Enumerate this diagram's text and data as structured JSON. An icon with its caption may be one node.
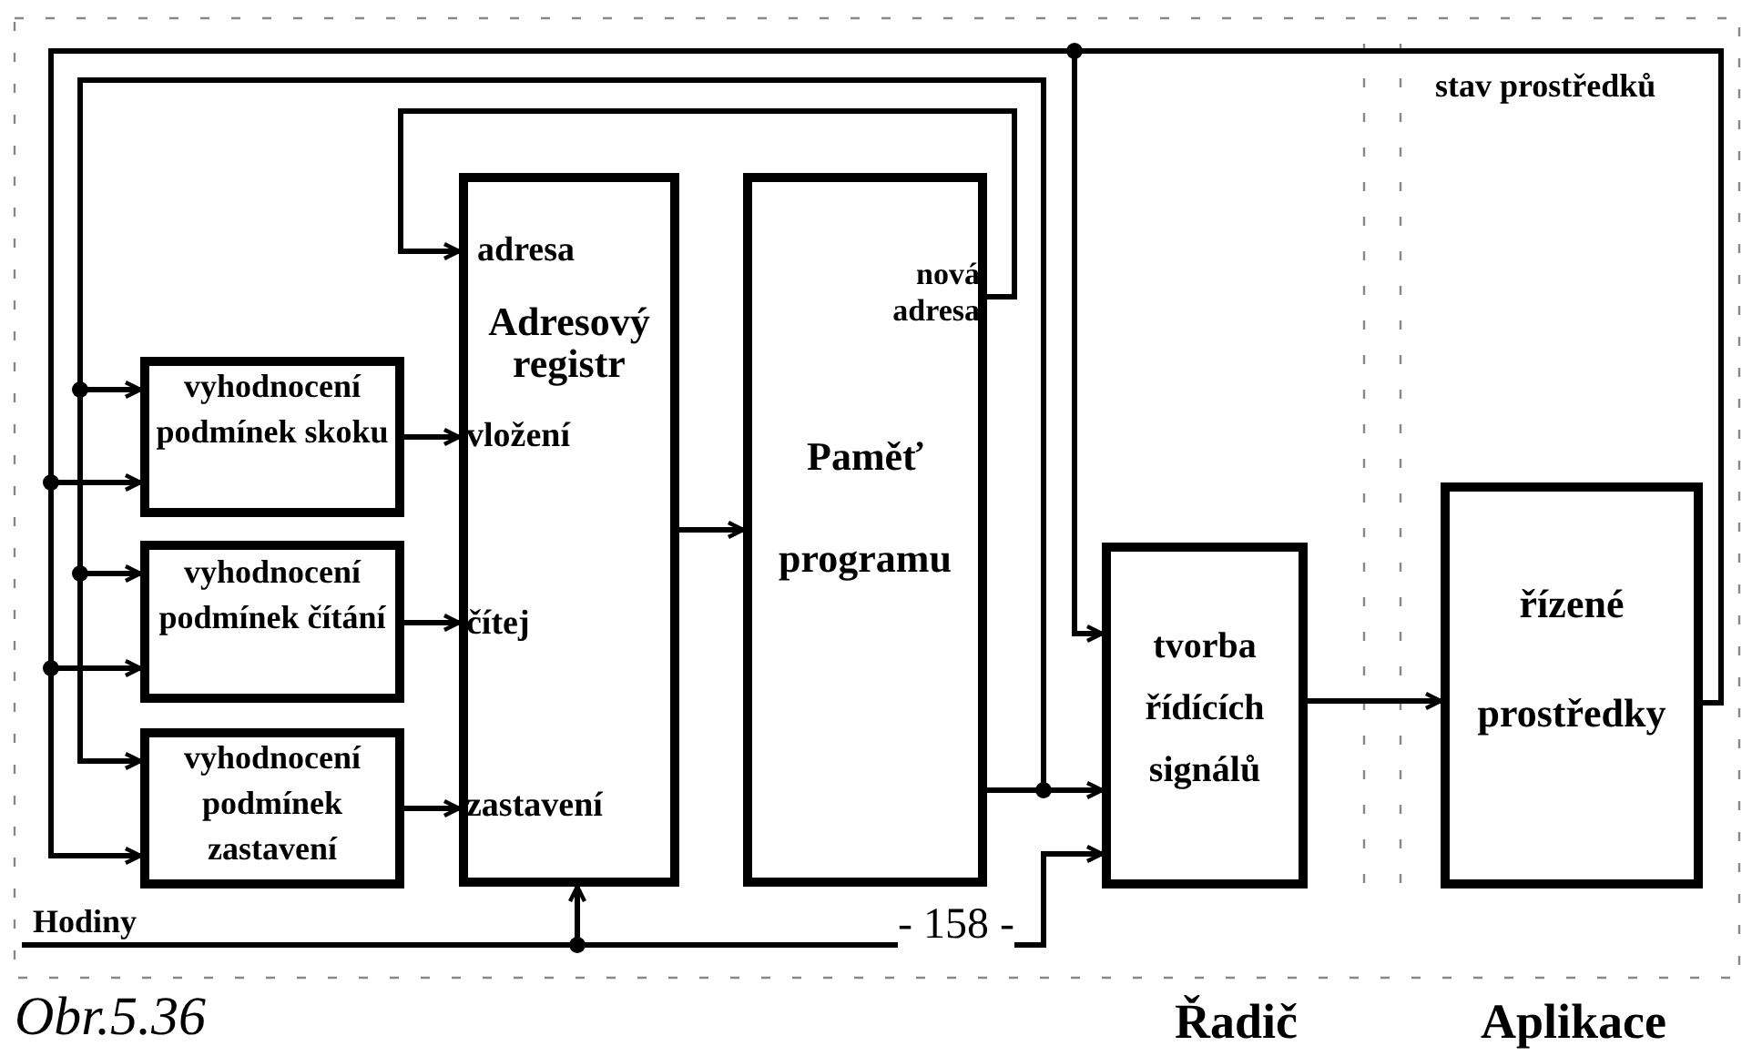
{
  "diagram": {
    "caption": "Obr.5.36",
    "nodes": [
      {
        "text": [
          "adresa",
          "Adresový registr",
          "vložení",
          "čítej",
          "zastavení"
        ]
      },
      {
        "text": [
          "nová adresa",
          "Paměť programu"
        ]
      },
      {
        "text": [
          "vyhodnocení podmínek skoku"
        ]
      },
      {
        "text": [
          "vyhodnocení podmínek čítání"
        ]
      },
      {
        "text": [
          "vyhodnocení podmínek zastavení"
        ]
      },
      {
        "text": [
          "tvorba řídících signálů"
        ]
      },
      {
        "text": [
          "řízené prostředky"
        ]
      },
      {
        "text": [
          "Hodiny"
        ]
      }
    ],
    "edges": [
      {
        "from": 1,
        "to": 0,
        "arrow": "to"
      },
      {
        "from": 2,
        "to": 0,
        "arrow": "to"
      },
      {
        "from": 3,
        "to": 0,
        "arrow": "to"
      },
      {
        "from": 4,
        "to": 0,
        "arrow": "to"
      },
      {
        "from": 0,
        "to": 1,
        "arrow": "to"
      },
      {
        "from": 1,
        "to": 5,
        "arrow": "to"
      },
      {
        "from": 1,
        "to": 2,
        "arrow": "to"
      },
      {
        "from": 1,
        "to": 3,
        "arrow": "to"
      },
      {
        "from": 1,
        "to": 4,
        "arrow": "to"
      },
      {
        "from": 5,
        "to": 6,
        "arrow": "to"
      },
      {
        "from": 6,
        "to": 2,
        "arrow": "to"
      },
      {
        "from": 6,
        "to": 3,
        "arrow": "to"
      },
      {
        "from": 6,
        "to": 4,
        "arrow": "to"
      },
      {
        "from": 6,
        "to": 5,
        "arrow": "to"
      },
      {
        "from": 7,
        "to": 0,
        "arrow": "to"
      },
      {
        "from": 7,
        "to": 5,
        "arrow": "to"
      }
    ],
    "labels": [
      "stav prostředků",
      "- 158 -",
      "Řadič",
      "Aplikace"
    ]
  }
}
